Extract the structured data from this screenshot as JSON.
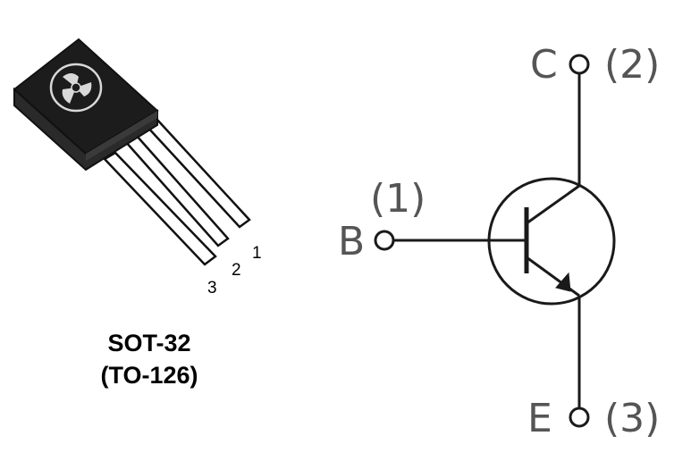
{
  "package": {
    "name": "SOT-32",
    "alt_name": "(TO-126)",
    "pins": [
      "1",
      "2",
      "3"
    ]
  },
  "schematic": {
    "base": {
      "letter": "B",
      "pin": "(1)"
    },
    "collector": {
      "letter": "C",
      "pin": "(2)"
    },
    "emitter": {
      "letter": "E",
      "pin": "(3)"
    }
  },
  "colors": {
    "line": "#1a1a1a",
    "package_body": "#1c1c1c",
    "text_gray": "#555555"
  }
}
